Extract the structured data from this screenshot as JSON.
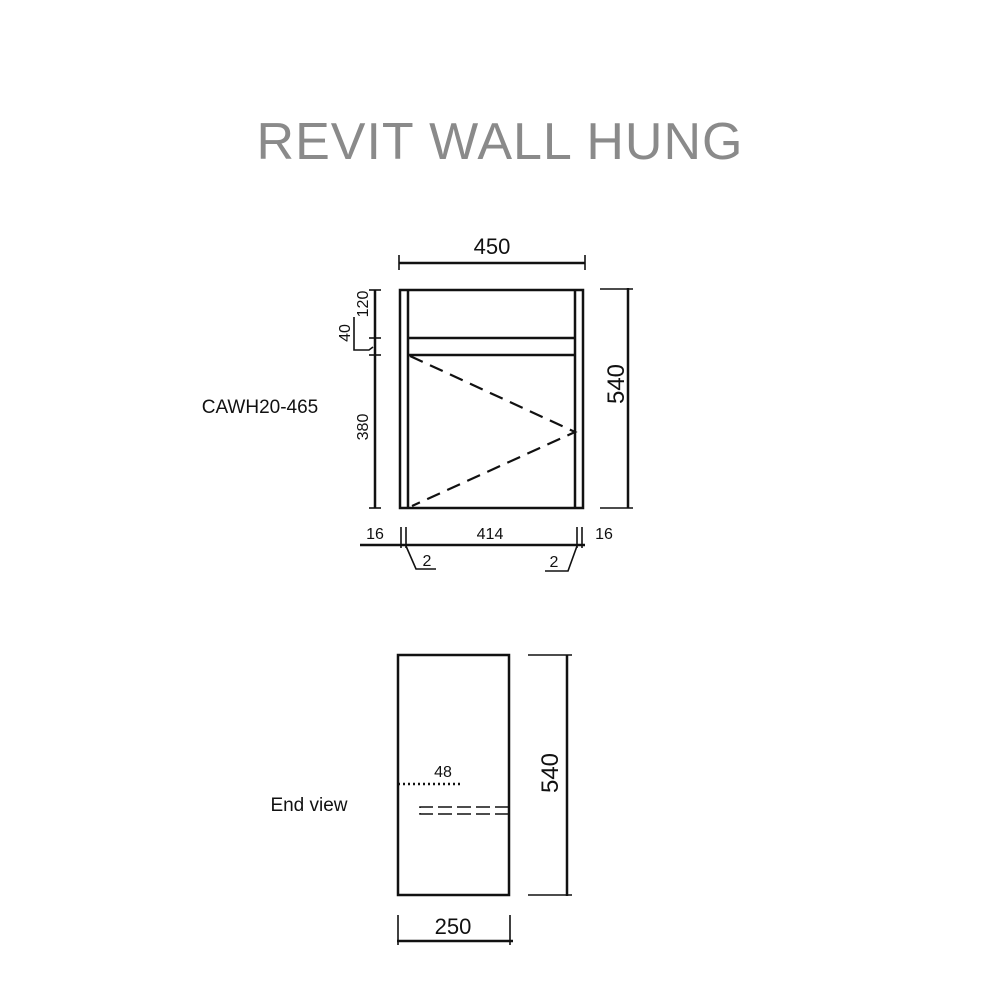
{
  "title": "REVIT WALL HUNG",
  "front_view": {
    "model_label": "CAWH20-465",
    "width": "450",
    "height": "540",
    "top_section": "120",
    "rail": "40",
    "door": "380",
    "side_left": "16",
    "inner_width": "414",
    "side_right": "16",
    "gap_left": "2",
    "gap_right": "2"
  },
  "end_view": {
    "label": "End view",
    "height": "540",
    "depth": "250",
    "handle_offset": "48"
  }
}
